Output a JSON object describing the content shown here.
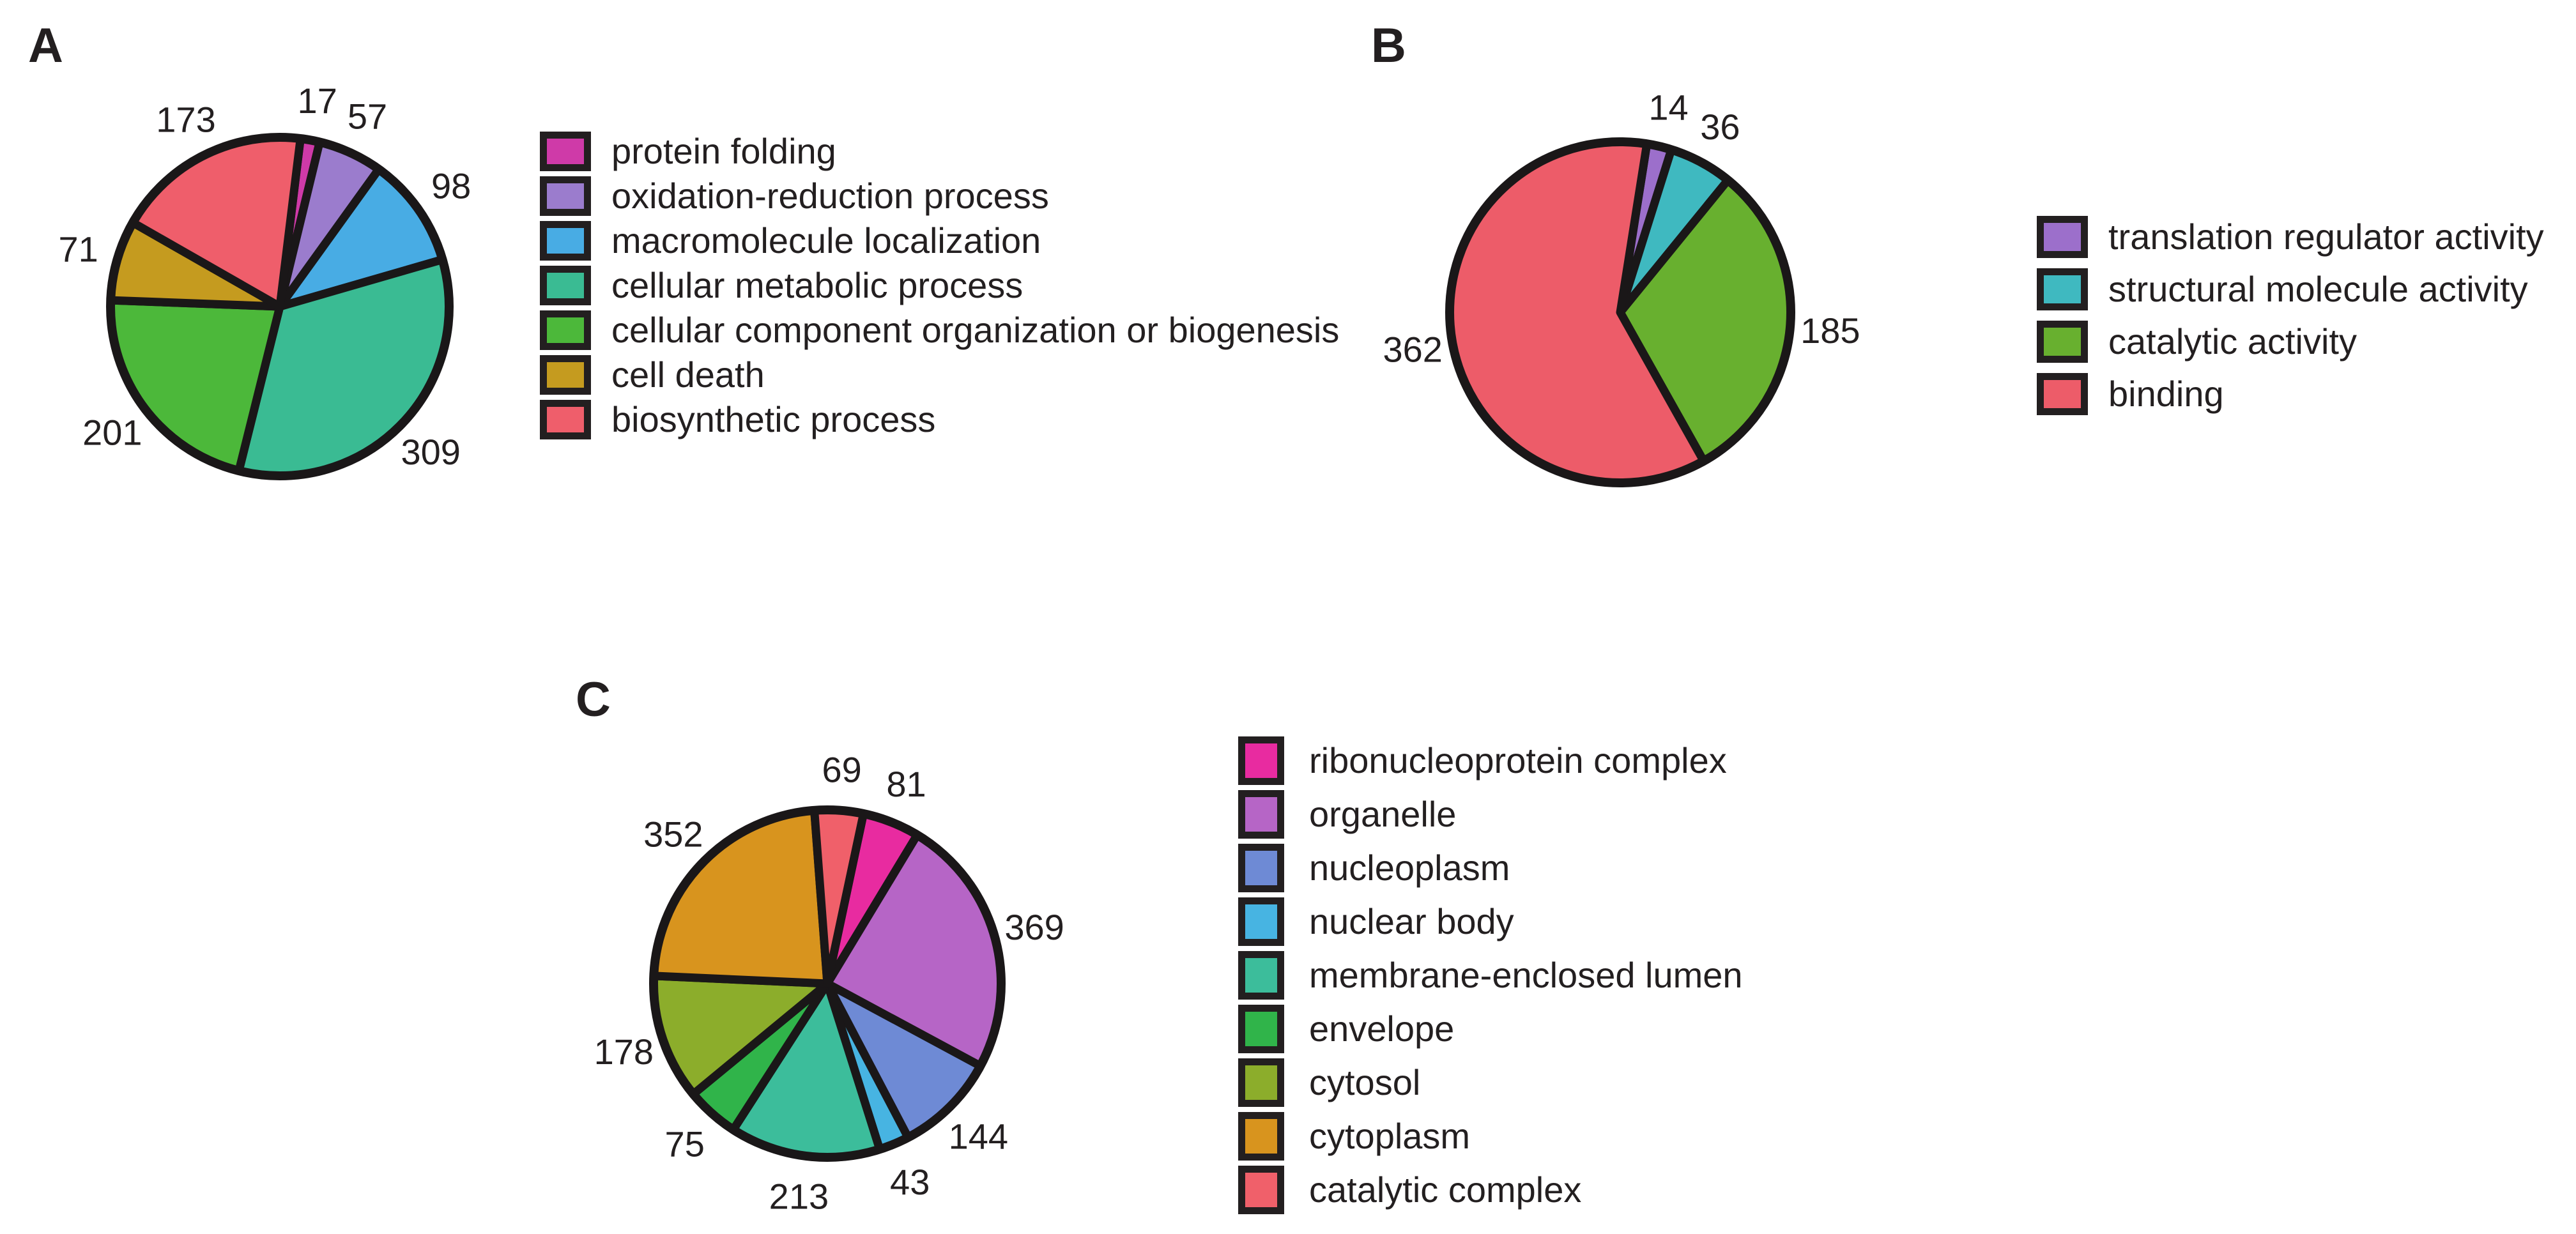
{
  "figure": {
    "background": "#ffffff",
    "text_color": "#231f20",
    "panels": [
      "A",
      "B",
      "C"
    ]
  },
  "chart_data": [
    {
      "type": "pie",
      "panel": "A",
      "title": "",
      "labels": [
        "protein folding",
        "oxidation-reduction process",
        "macromolecule localization",
        "cellular metabolic process",
        "cellular component organization or biogenesis",
        "cell death",
        "biosynthetic process"
      ],
      "values": [
        17,
        57,
        98,
        309,
        201,
        71,
        173
      ],
      "colors": [
        "#cf3aa8",
        "#9b7ccd",
        "#48ace4",
        "#3abb93",
        "#4cb83a",
        "#c59b1f",
        "#ef5e6b"
      ],
      "total": 926,
      "start_angle_deg": 7,
      "direction": "clockwise",
      "value_labels": "outside",
      "legend_position": "right-of-pie"
    },
    {
      "type": "pie",
      "panel": "B",
      "title": "",
      "labels": [
        "translation regulator activity",
        "structural molecule activity",
        "catalytic activity",
        "binding"
      ],
      "values": [
        14,
        36,
        185,
        362
      ],
      "colors": [
        "#9c6fcb",
        "#3fb9c0",
        "#68b02f",
        "#ed5c69"
      ],
      "total": 597,
      "start_angle_deg": 9,
      "direction": "clockwise",
      "value_labels": "outside",
      "legend_position": "right-of-pie"
    },
    {
      "type": "pie",
      "panel": "C",
      "title": "",
      "labels": [
        "ribonucleoprotein complex",
        "organelle",
        "nucleoplasm",
        "nuclear body",
        "membrane-enclosed lumen",
        "envelope",
        "cytosol",
        "cytoplasm",
        "catalytic complex"
      ],
      "values": [
        81,
        369,
        144,
        43,
        213,
        75,
        178,
        352,
        69
      ],
      "colors": [
        "#e82ba0",
        "#b665c6",
        "#6e8ad5",
        "#47b4e2",
        "#3cbd9b",
        "#30b44a",
        "#8cad2b",
        "#d8941e",
        "#f0606a"
      ],
      "total": 1524,
      "start_angle_deg": 12,
      "direction": "clockwise",
      "value_labels": "outside",
      "legend_position": "right-of-pie"
    }
  ]
}
